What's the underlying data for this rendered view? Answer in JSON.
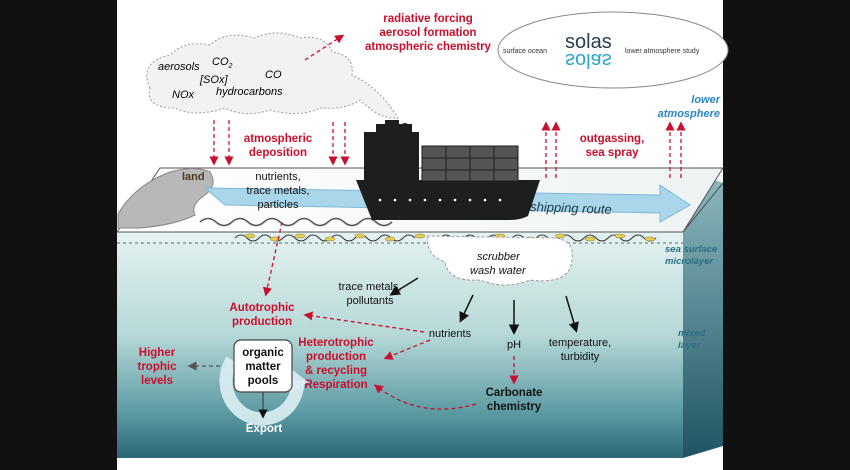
{
  "legend": {
    "brand_top": "solas",
    "brand_mirror": "solas",
    "left_text": "surface ocean",
    "right_text": "lower atmosphere study"
  },
  "emissions": {
    "aerosols": "aerosols",
    "co2": "CO",
    "co2_sub": "2",
    "sox": "[SOx]",
    "co": "CO",
    "nox": "NOx",
    "hydrocarbons": "hydrocarbons"
  },
  "impacts": {
    "line1": "radiative forcing",
    "line2": "aerosol formation",
    "line3": "atmospheric chemistry"
  },
  "deposition": {
    "line1": "atmospheric",
    "line2": "deposition"
  },
  "outgassing": {
    "line1": "outgassing,",
    "line2": "sea spray"
  },
  "lower_atmosphere": {
    "line1": "lower",
    "line2": "atmosphere"
  },
  "land": "land",
  "inputs": {
    "line1": "nutrients,",
    "line2": "trace metals,",
    "line3": "particles"
  },
  "shipping_route": "shipping route",
  "layers": {
    "microlayer_1": "sea surface",
    "microlayer_2": "microlayer",
    "mixed_1": "mixed",
    "mixed_2": "layer"
  },
  "scrubber": {
    "line1": "scrubber",
    "line2": "wash water"
  },
  "ocean": {
    "trace_1": "trace metals,",
    "trace_2": "pollutants",
    "nutrients": "nutrients",
    "ph": "pH",
    "temp_1": "temperature,",
    "temp_2": "turbidity",
    "carbonate_1": "Carbonate",
    "carbonate_2": "chemistry",
    "auto_1": "Autotrophic",
    "auto_2": "production",
    "hetero_1": "Heterotrophic",
    "hetero_2": "production",
    "hetero_3": "& recycling",
    "hetero_4": "Respiration",
    "higher_1": "Higher",
    "higher_2": "trophic",
    "higher_3": "levels",
    "om_1": "organic",
    "om_2": "matter",
    "om_3": "pools",
    "export": "Export"
  },
  "colors": {
    "red": "#c8102e",
    "sky_blue": "#2a86c2",
    "teal": "#2c6f86",
    "route": "#a9d6ea",
    "ship": "#1e1e1e"
  }
}
